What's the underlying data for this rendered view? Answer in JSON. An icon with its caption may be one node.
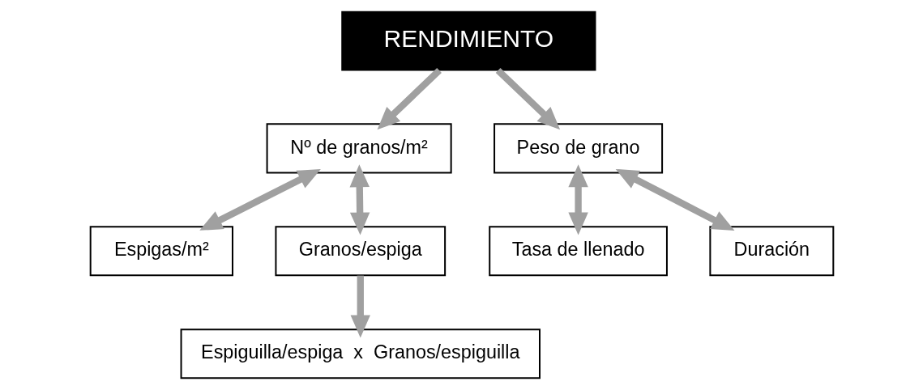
{
  "diagram": {
    "nodes": [
      {
        "text": [
          "RENDIMIENTO"
        ]
      },
      {
        "text": [
          "Nº de granos/m²"
        ]
      },
      {
        "text": [
          "Peso de grano"
        ]
      },
      {
        "text": [
          "Espigas/m²"
        ]
      },
      {
        "text": [
          "Granos/espiga"
        ]
      },
      {
        "text": [
          "Tasa de llenado"
        ]
      },
      {
        "text": [
          "Duración"
        ]
      },
      {
        "text": [
          "Espiguilla/espiga  x  Granos/espiguilla"
        ]
      }
    ],
    "edges": [
      {
        "from": 0,
        "to": 1,
        "arrow": "to"
      },
      {
        "from": 0,
        "to": 2,
        "arrow": "to"
      },
      {
        "from": 1,
        "to": 3,
        "arrow": "both"
      },
      {
        "from": 1,
        "to": 4,
        "arrow": "both"
      },
      {
        "from": 2,
        "to": 5,
        "arrow": "both"
      },
      {
        "from": 2,
        "to": 6,
        "arrow": "both"
      },
      {
        "from": 4,
        "to": 7,
        "arrow": "to"
      }
    ]
  }
}
